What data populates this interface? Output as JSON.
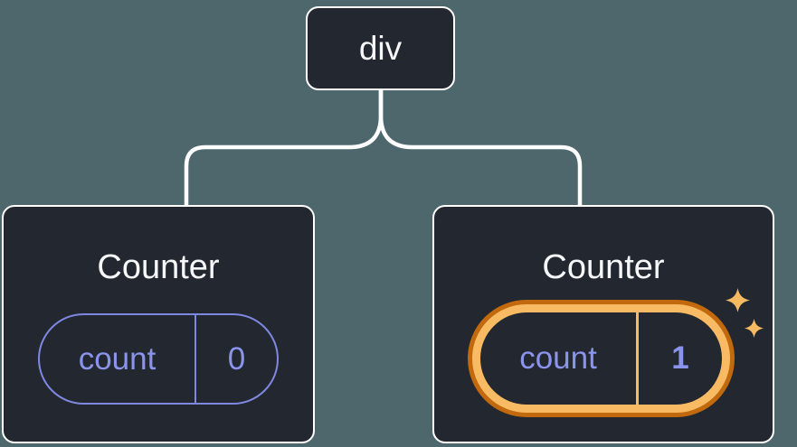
{
  "colors": {
    "background": "#4E676D",
    "node_fill": "#23272F",
    "node_border": "#FFFFFF",
    "connector": "#FFFFFF",
    "state_purple_border": "#7E88E0",
    "state_purple_text": "#8A94EC",
    "highlight_dark_orange": "#C2690E",
    "highlight_light_orange": "#F8BB63",
    "title_text": "#F6F7F9"
  },
  "tree": {
    "root": {
      "label": "div"
    },
    "children": [
      {
        "title": "Counter",
        "state": {
          "key": "count",
          "value": "0"
        },
        "highlighted": false
      },
      {
        "title": "Counter",
        "state": {
          "key": "count",
          "value": "1"
        },
        "highlighted": true
      }
    ]
  },
  "icons": {
    "sparkle_large": "four-pointed-sparkle",
    "sparkle_small": "four-pointed-sparkle"
  }
}
